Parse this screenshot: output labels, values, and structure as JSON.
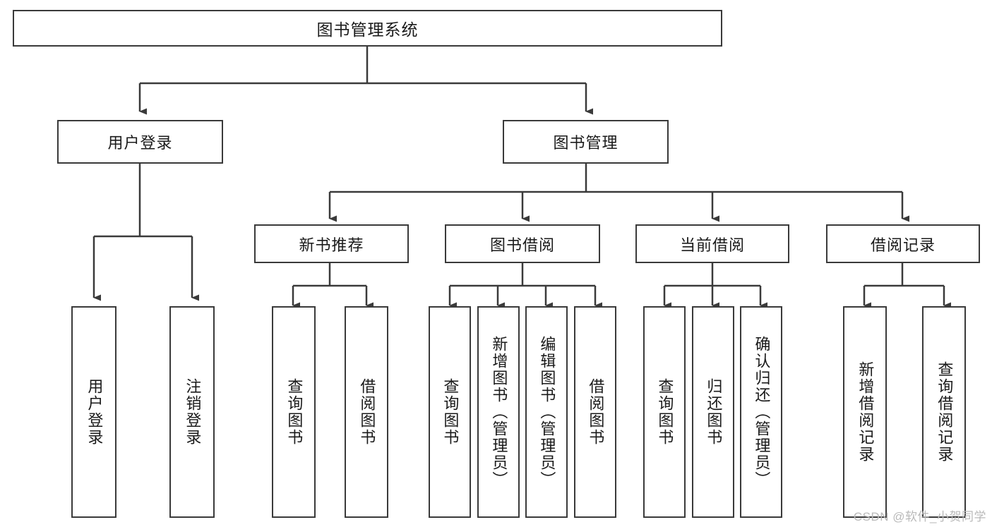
{
  "diagram": {
    "title": "图书管理系统",
    "type": "hierarchy-tree",
    "watermark": "CSDN @软件_小贺同学",
    "colors": {
      "box_border": "#3a3a3a",
      "box_fill": "#ffffff",
      "connector": "#3a3a3a",
      "text": "#1a1a1a",
      "watermark": "#b9b9b9",
      "background": "#ffffff"
    },
    "levels": {
      "root": {
        "label": "图书管理系统"
      },
      "level2": [
        {
          "label": "用户登录"
        },
        {
          "label": "图书管理"
        }
      ],
      "level3": [
        {
          "label": "新书推荐"
        },
        {
          "label": "图书借阅"
        },
        {
          "label": "当前借阅"
        },
        {
          "label": "借阅记录"
        }
      ],
      "leaves": {
        "user_login": [
          {
            "label": "用户登录"
          },
          {
            "label": "注销登录"
          }
        ],
        "new_book_recommend": [
          {
            "label": "查询图书"
          },
          {
            "label": "借阅图书"
          }
        ],
        "book_borrow": [
          {
            "label": "查询图书"
          },
          {
            "label": "新增图书（管理员）"
          },
          {
            "label": "编辑图书（管理员）"
          },
          {
            "label": "借阅图书"
          }
        ],
        "current_borrow": [
          {
            "label": "查询图书"
          },
          {
            "label": "归还图书"
          },
          {
            "label": "确认归还（管理员）"
          }
        ],
        "borrow_records": [
          {
            "label": "新增借阅记录"
          },
          {
            "label": "查询借阅记录"
          }
        ]
      }
    }
  }
}
